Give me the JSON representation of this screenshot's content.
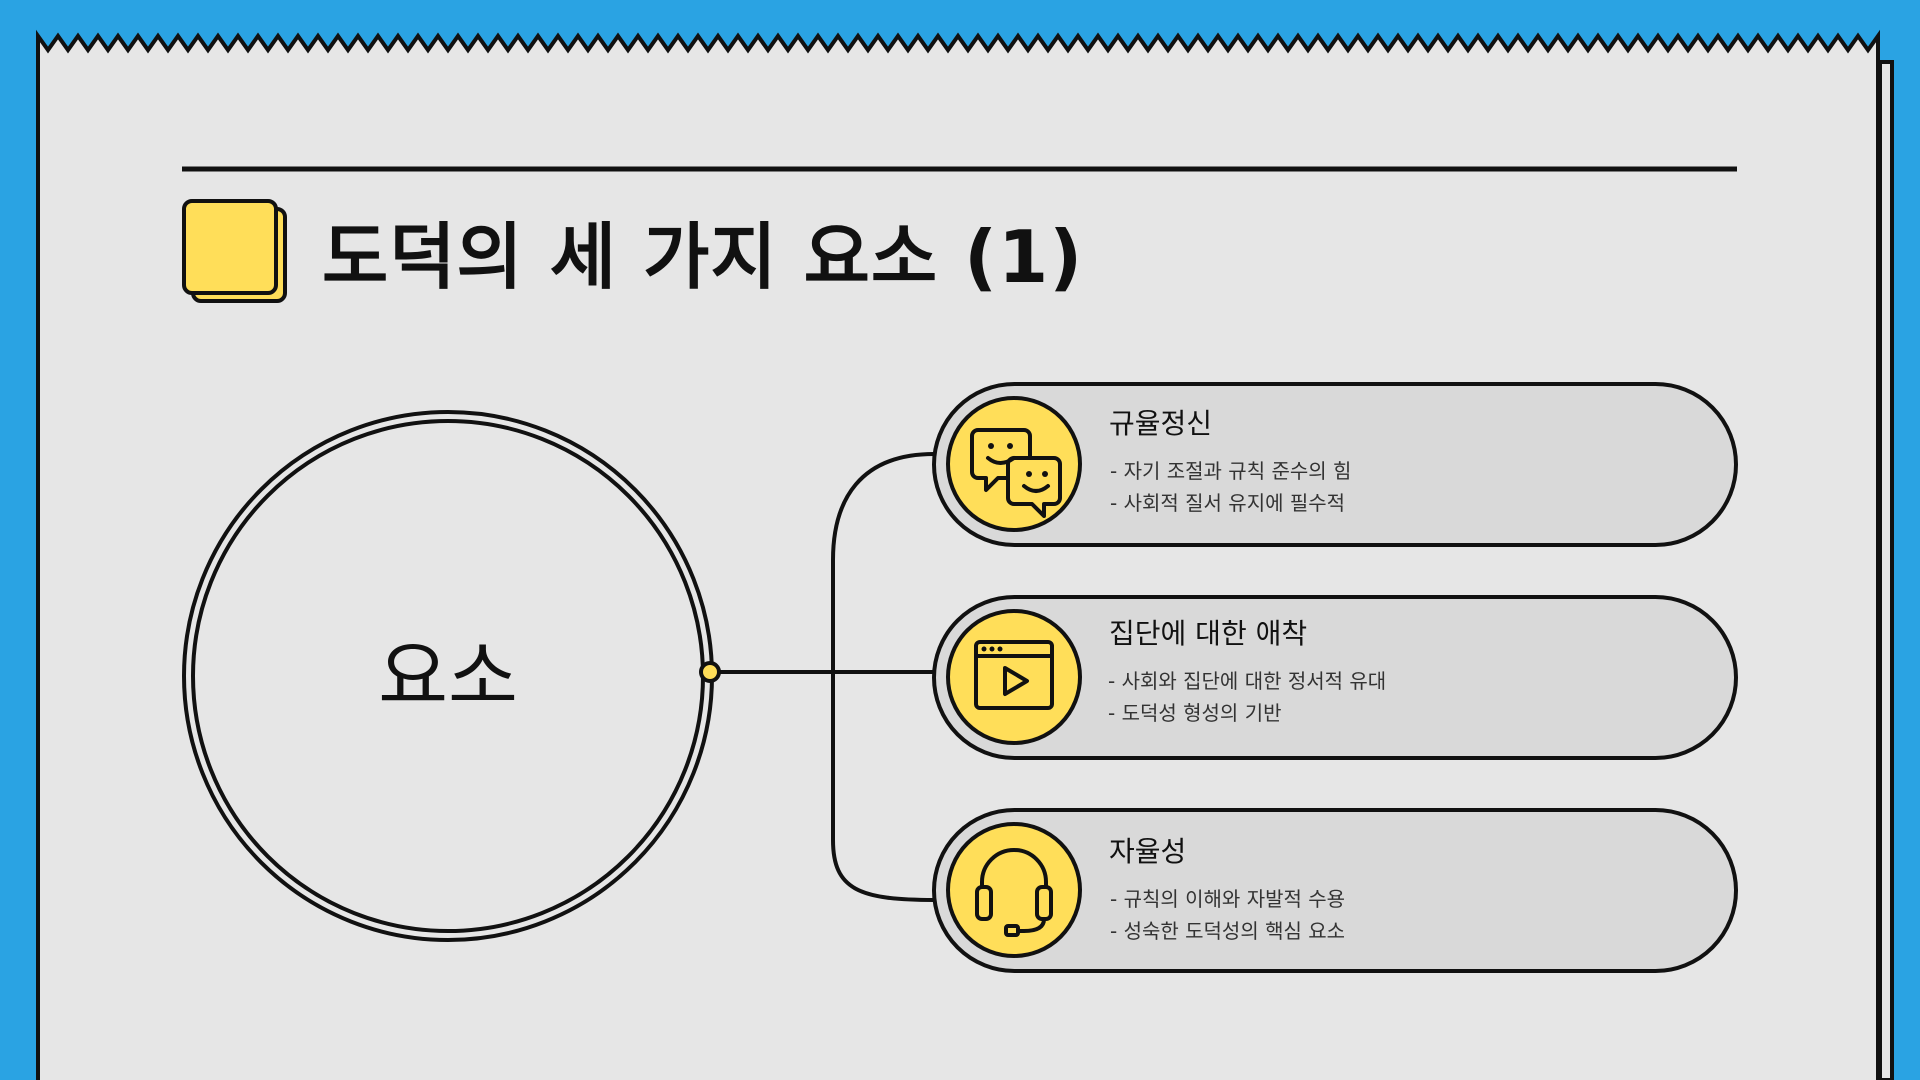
{
  "colors": {
    "frame_blue": "#2aa3e3",
    "paper": "#e6e6e6",
    "pill": "#d9d9d9",
    "accent_yellow": "#ffde59",
    "ink": "#111111"
  },
  "title": "도덕의 세 가지 요소 (1)",
  "center_label": "요소",
  "items": [
    {
      "icon": "chat-bubbles-icon",
      "title": "규율정신",
      "lines": [
        "- 자기 조절과 규칙 준수의 힘",
        "- 사회적 질서 유지에 필수적"
      ]
    },
    {
      "icon": "video-player-icon",
      "title": "집단에 대한 애착",
      "lines": [
        "- 사회와 집단에 대한 정서적 유대",
        "- 도덕성 형성의 기반"
      ]
    },
    {
      "icon": "headphones-icon",
      "title": "자율성",
      "lines": [
        "- 규칙의 이해와 자발적 수용",
        "- 성숙한 도덕성의 핵심 요소"
      ]
    }
  ]
}
